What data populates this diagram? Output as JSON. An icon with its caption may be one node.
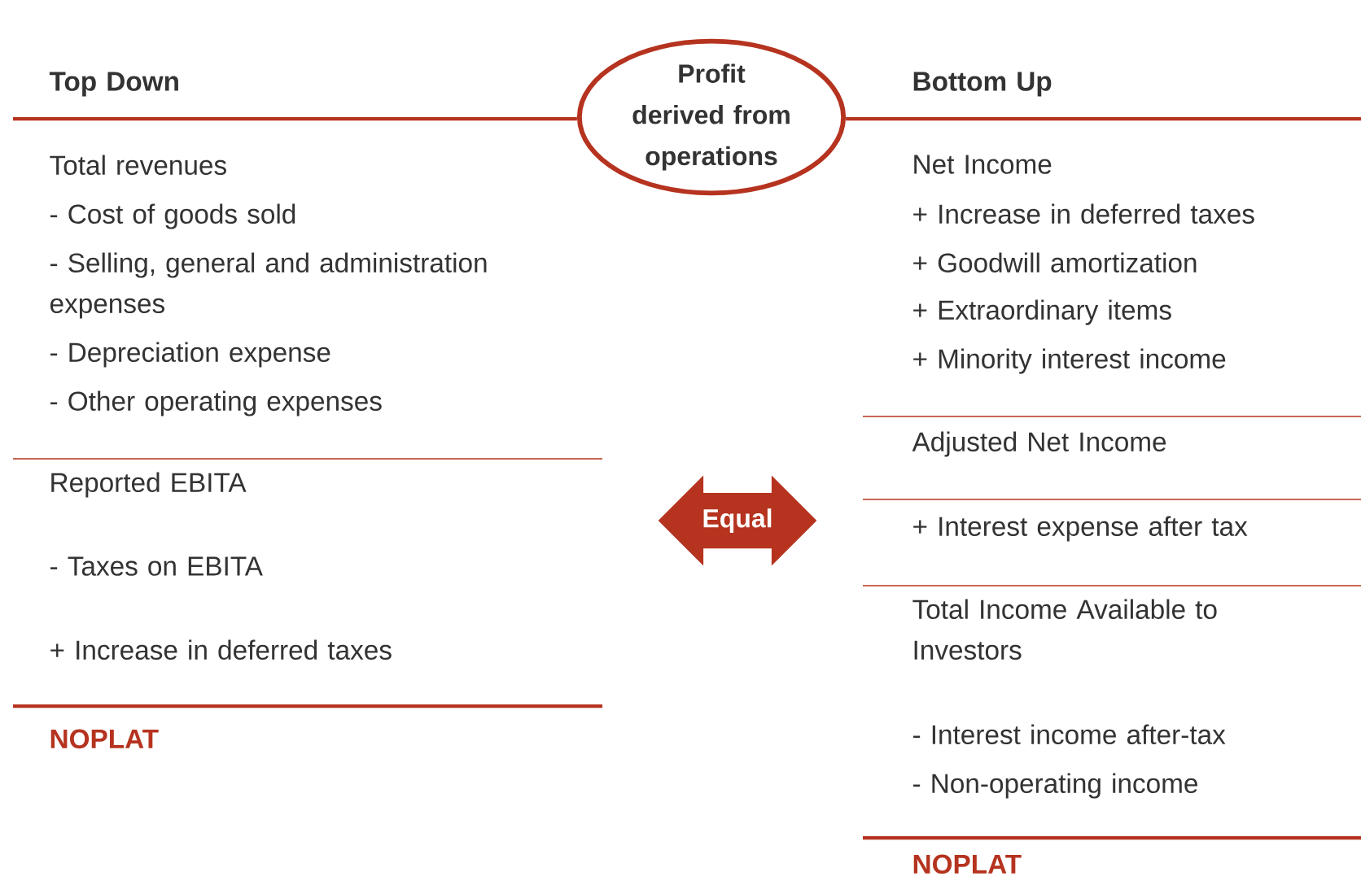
{
  "diagram": {
    "nodes": [
      {
        "text": [
          "Profit derived from operations"
        ]
      },
      {
        "text": [
          "Equal"
        ]
      }
    ],
    "labels": [
      "Top Down",
      "Total revenues",
      "- Cost of goods sold",
      "- Selling, general and administration expenses",
      "- Depreciation expense",
      "- Other operating expenses",
      "Reported EBITA",
      "- Taxes on EBITA",
      "+ Increase in deferred taxes",
      "NOPLAT",
      "Bottom Up",
      "Net Income",
      "+ Increase in deferred taxes",
      "+ Goodwill amortization",
      "+ Extraordinary items",
      "+ Minority interest income",
      "Adjusted Net Income",
      "+ Interest expense after tax",
      "Total Income Available to Investors",
      "- Interest income after-tax",
      "- Non-operating income",
      "NOPLAT"
    ]
  }
}
